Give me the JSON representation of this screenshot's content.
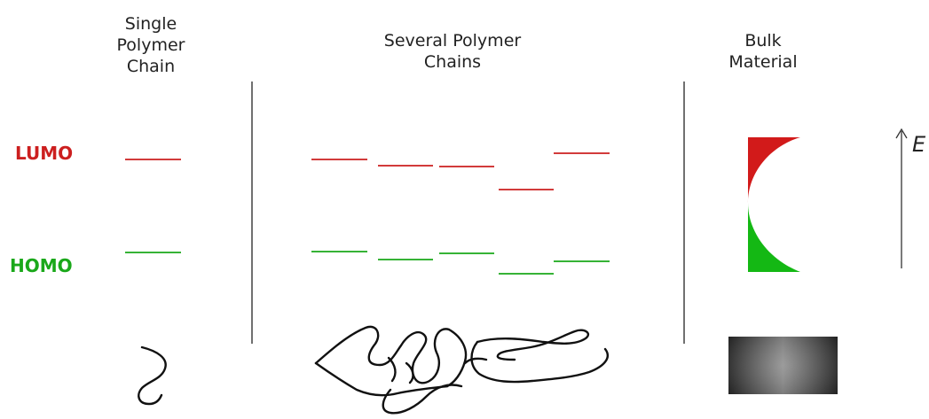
{
  "columns": {
    "single": "Single\nPolymer\nChain",
    "several": "Several Polymer\nChains",
    "bulk": "Bulk\nMaterial"
  },
  "rows": {
    "lumo": "LUMO",
    "homo": "HOMO"
  },
  "axis": {
    "energy_label": "E"
  },
  "colors": {
    "lumo": "#cc1f1f",
    "homo": "#1aa81a",
    "text": "#222222",
    "divider": "#333333"
  }
}
